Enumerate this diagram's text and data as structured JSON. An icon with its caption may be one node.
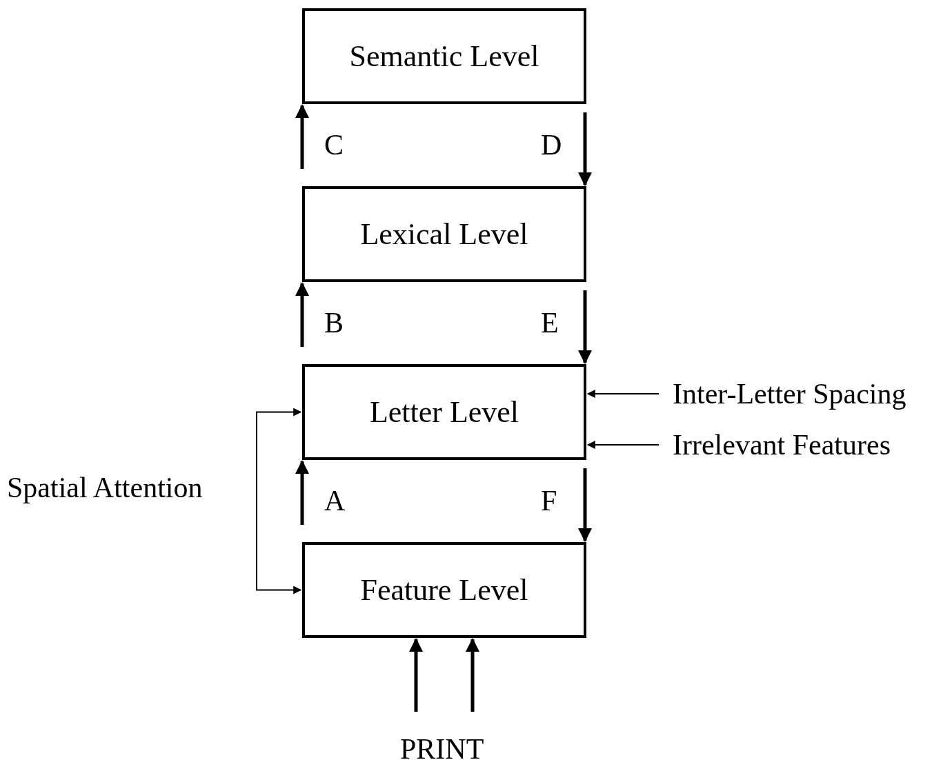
{
  "diagram": {
    "nodes": [
      {
        "text": [
          "Semantic Level"
        ]
      },
      {
        "text": [
          "Lexical Level"
        ]
      },
      {
        "text": [
          "Letter Level"
        ]
      },
      {
        "text": [
          "Feature Level"
        ]
      },
      {
        "text": [
          "Inter-Letter Spacing"
        ]
      },
      {
        "text": [
          "Irrelevant Features"
        ]
      },
      {
        "text": [
          "Spatial Attention"
        ]
      },
      {
        "text": [
          "PRINT"
        ]
      }
    ],
    "edges": [
      {
        "from": 1,
        "to": 0,
        "arrow": "to",
        "label": "C"
      },
      {
        "from": 0,
        "to": 1,
        "arrow": "to",
        "label": "D"
      },
      {
        "from": 2,
        "to": 1,
        "arrow": "to",
        "label": "B"
      },
      {
        "from": 1,
        "to": 2,
        "arrow": "to",
        "label": "E"
      },
      {
        "from": 3,
        "to": 2,
        "arrow": "to",
        "label": "A"
      },
      {
        "from": 2,
        "to": 3,
        "arrow": "to",
        "label": "F"
      },
      {
        "from": 4,
        "to": 2,
        "arrow": "to"
      },
      {
        "from": 5,
        "to": 2,
        "arrow": "to"
      },
      {
        "from": 6,
        "to": 2,
        "arrow": "to"
      },
      {
        "from": 6,
        "to": 3,
        "arrow": "to"
      },
      {
        "from": 7,
        "to": 3,
        "arrow": "to"
      },
      {
        "from": 7,
        "to": 3,
        "arrow": "to"
      }
    ]
  }
}
